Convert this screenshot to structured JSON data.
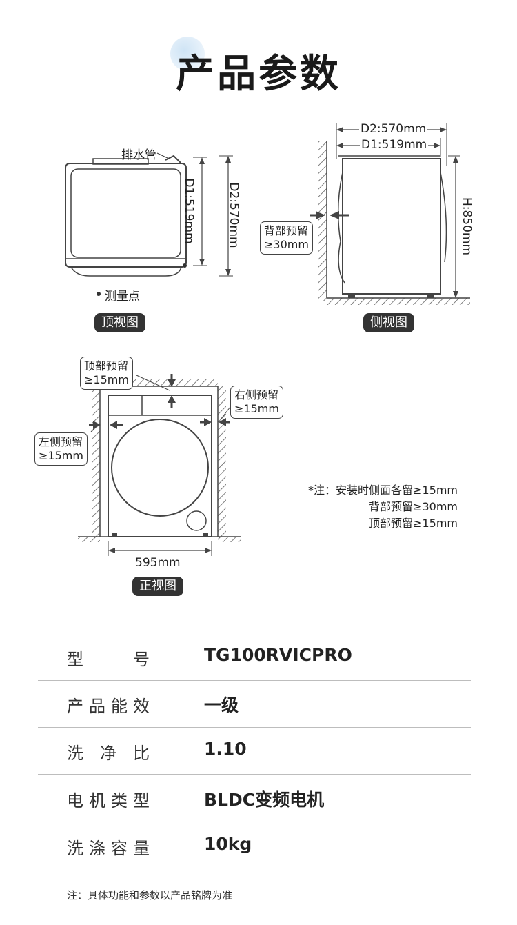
{
  "header": {
    "title": "产品参数"
  },
  "top_view": {
    "drain_label": "排水管",
    "d1_label": "D1:519mm",
    "d2_label": "D2:570mm",
    "measure_point_label": "测量点",
    "badge": "顶视图"
  },
  "side_view": {
    "d2_label": "D2:570mm",
    "d1_label": "D1:519mm",
    "h_label": "H:850mm",
    "back_reserve_line1": "背部预留",
    "back_reserve_line2": "≥30mm",
    "badge": "侧视图"
  },
  "front_view": {
    "top_reserve_line1": "顶部预留",
    "top_reserve_line2": "≥15mm",
    "right_reserve_line1": "右侧预留",
    "right_reserve_line2": "≥15mm",
    "left_reserve_line1": "左侧预留",
    "left_reserve_line2": "≥15mm",
    "width_label": "595mm",
    "badge": "正视图"
  },
  "install_note": {
    "line1": "*注：安装时侧面各留≥15mm",
    "line2": "背部预留≥30mm",
    "line3": "顶部预留≥15mm"
  },
  "specs": [
    {
      "label_chars": [
        "型",
        "号"
      ],
      "value": "TG100RVICPRO"
    },
    {
      "label_chars": [
        "产",
        "品",
        "能",
        "效"
      ],
      "value": "一级"
    },
    {
      "label_chars": [
        "洗",
        "净",
        "比"
      ],
      "value": "1.10"
    },
    {
      "label_chars": [
        "电",
        "机",
        "类",
        "型"
      ],
      "value": "BLDC变频电机"
    },
    {
      "label_chars": [
        "洗",
        "涤",
        "容",
        "量"
      ],
      "value": "10kg"
    }
  ],
  "footnote": "注：具体功能和参数以产品铭牌为准"
}
